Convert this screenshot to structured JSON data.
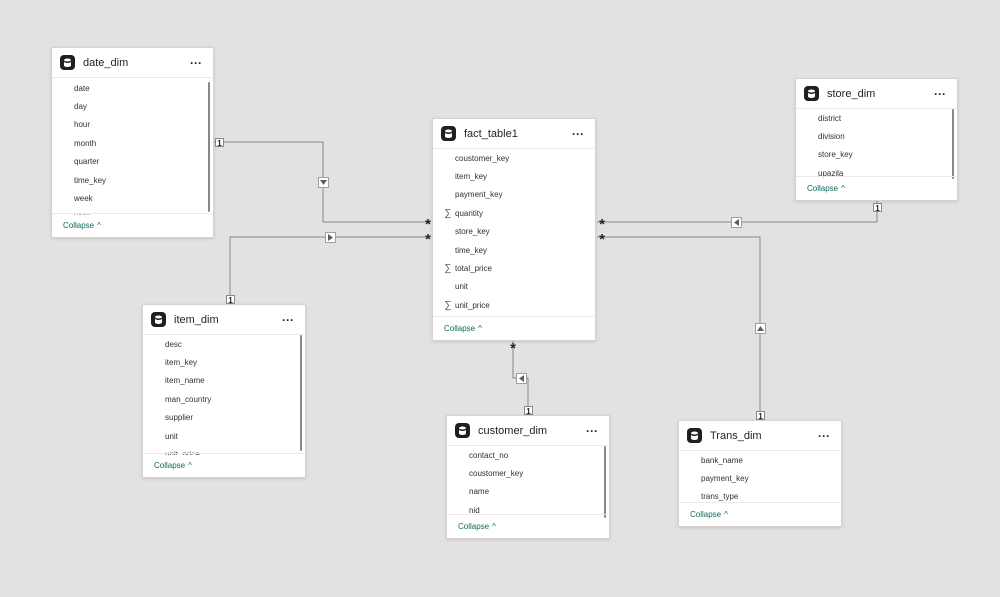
{
  "tables": {
    "date_dim": {
      "title": "date_dim",
      "fields": [
        "date",
        "day",
        "hour",
        "month",
        "quarter",
        "time_key",
        "week",
        "year"
      ],
      "collapse": "Collapse"
    },
    "fact_table1": {
      "title": "fact_table1",
      "fields": [
        "coustomer_key",
        "item_key",
        "payment_key",
        "quantity",
        "store_key",
        "time_key",
        "total_price",
        "unit",
        "unit_price"
      ],
      "sum_fields": [
        "quantity",
        "total_price",
        "unit_price"
      ],
      "collapse": "Collapse"
    },
    "store_dim": {
      "title": "store_dim",
      "fields": [
        "district",
        "division",
        "store_key",
        "upazila"
      ],
      "collapse": "Collapse"
    },
    "item_dim": {
      "title": "item_dim",
      "fields": [
        "desc",
        "item_key",
        "item_name",
        "man_country",
        "supplier",
        "unit",
        "unit_price"
      ],
      "collapse": "Collapse"
    },
    "customer_dim": {
      "title": "customer_dim",
      "fields": [
        "contact_no",
        "coustomer_key",
        "name",
        "nid"
      ],
      "collapse": "Collapse"
    },
    "Trans_dim": {
      "title": "Trans_dim",
      "fields": [
        "bank_name",
        "payment_key",
        "trans_type"
      ],
      "collapse": "Collapse"
    }
  },
  "ui": {
    "more_glyph": "···",
    "sigma_glyph": "∑",
    "chevron_up": "^",
    "one_label": "1",
    "many_label": "*"
  },
  "colors": {
    "canvas": "#e3e2e0",
    "collapse_link": "#0b6a5a",
    "line": "#8a8886"
  },
  "relationships": [
    {
      "from": "date_dim",
      "to": "fact_table1",
      "from_card": "1",
      "to_card": "*"
    },
    {
      "from": "item_dim",
      "to": "fact_table1",
      "from_card": "1",
      "to_card": "*"
    },
    {
      "from": "store_dim",
      "to": "fact_table1",
      "from_card": "1",
      "to_card": "*"
    },
    {
      "from": "Trans_dim",
      "to": "fact_table1",
      "from_card": "1",
      "to_card": "*"
    },
    {
      "from": "customer_dim",
      "to": "fact_table1",
      "from_card": "1",
      "to_card": "*"
    }
  ]
}
